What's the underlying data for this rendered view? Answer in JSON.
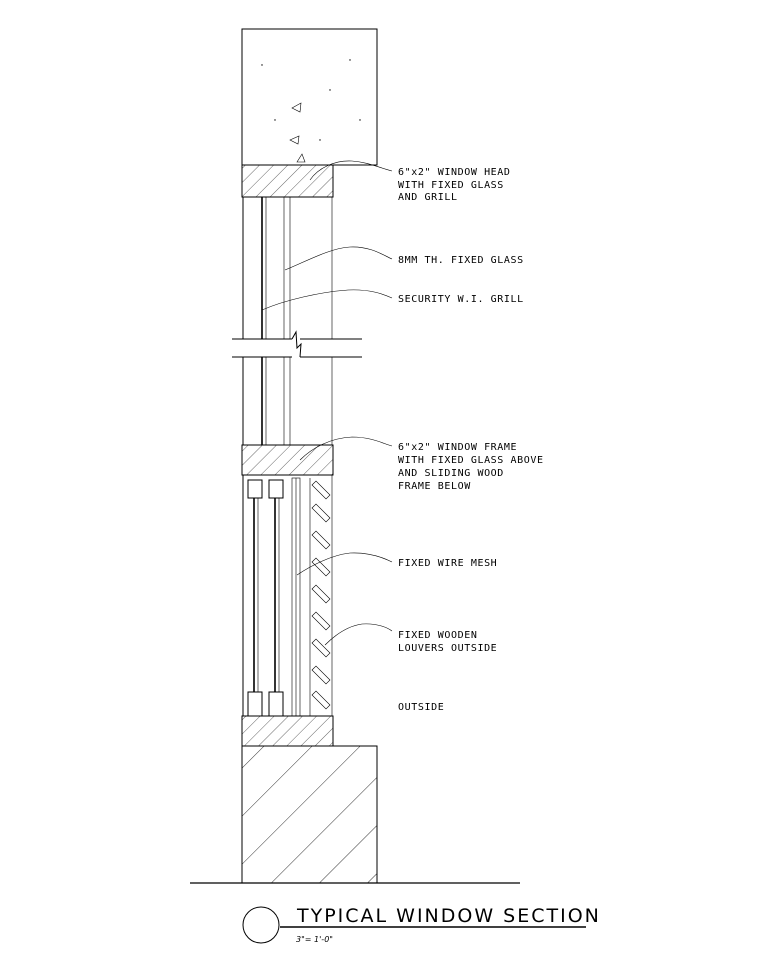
{
  "labels": {
    "head": [
      "6\"x2\" WINDOW HEAD",
      "WITH FIXED GLASS",
      "AND GRILL"
    ],
    "glass": [
      "8MM TH. FIXED GLASS"
    ],
    "grill": [
      "SECURITY W.I. GRILL"
    ],
    "frame": [
      "6\"x2\" WINDOW FRAME",
      "WITH FIXED GLASS ABOVE",
      "AND SLIDING WOOD",
      "FRAME BELOW"
    ],
    "mesh": [
      "FIXED WIRE MESH"
    ],
    "louvers": [
      "FIXED WOODEN",
      "LOUVERS OUTSIDE"
    ],
    "outside": [
      "OUTSIDE"
    ]
  },
  "title": {
    "text": "TYPICAL WINDOW SECTION",
    "scale": "3\"= 1'-0\""
  }
}
